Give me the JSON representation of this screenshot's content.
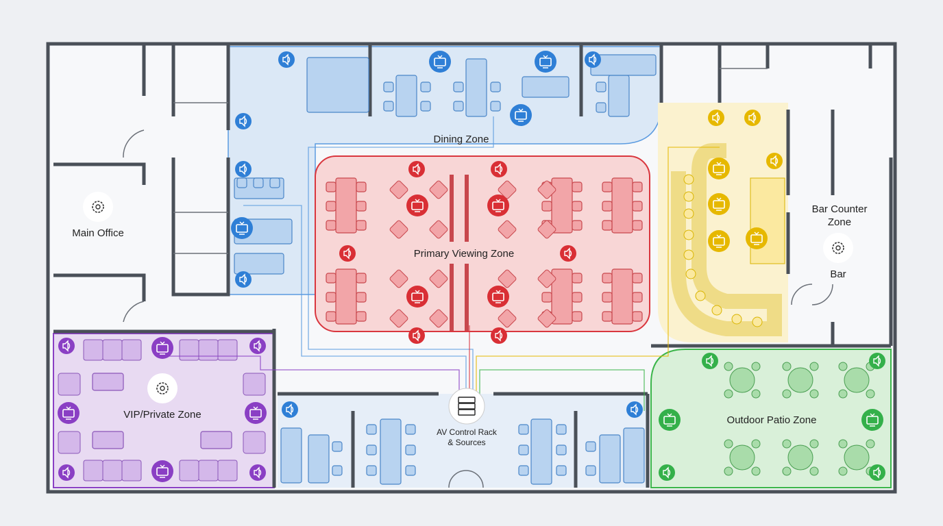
{
  "title": "AV Floor Plan",
  "zones": {
    "dining": {
      "label": "Dining Zone",
      "color": "#3b82d6"
    },
    "primary": {
      "label": "Primary Viewing Zone",
      "color": "#d9363e"
    },
    "bar_counter": {
      "label_line1": "Bar Counter",
      "label_line2": "Zone",
      "color": "#e6b800"
    },
    "bar": {
      "label": "Bar"
    },
    "main_office": {
      "label": "Main Office"
    },
    "vip": {
      "label": "VIP/Private Zone",
      "color": "#8a3fc4"
    },
    "patio": {
      "label": "Outdoor Patio Zone",
      "color": "#3bb54a"
    }
  },
  "av_rack": {
    "label_line1": "AV Control Rack",
    "label_line2": "& Sources"
  },
  "icons": {
    "speaker": "speaker-icon",
    "tv": "tv-icon",
    "settings": "gear-icon",
    "rack": "server-rack-icon"
  }
}
